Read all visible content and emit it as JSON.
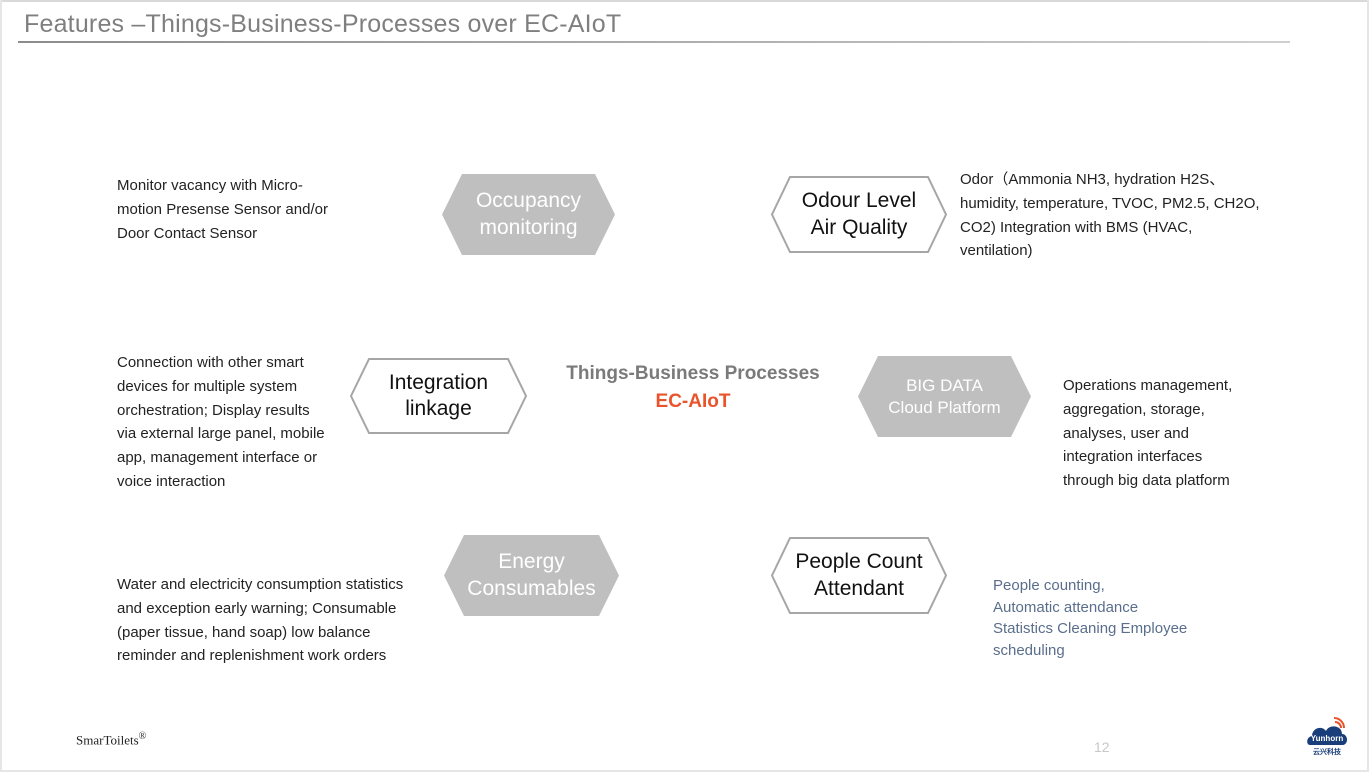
{
  "title": "Features –Things-Business-Processes over EC-AIoT",
  "center": {
    "title": "Things-Business Processes",
    "subtitle": "EC-AIoT"
  },
  "features": {
    "occupancy": {
      "label_line1": "Occupancy",
      "label_line2": "monitoring",
      "desc": [
        "Monitor vacancy with  Micro-",
        "motion Presense Sensor and/or",
        "Door Contact Sensor"
      ]
    },
    "odour": {
      "label_line1": "Odour Level",
      "label_line2": "Air Quality",
      "desc": [
        "Odor（Ammonia NH3, hydration H2S、",
        "humidity, temperature, TVOC, PM2.5, CH2O,",
        "CO2) Integration with BMS (HVAC,",
        "ventilation)"
      ]
    },
    "integration": {
      "label_line1": "Integration",
      "label_line2": "linkage",
      "desc": [
        "Connection with other smart",
        "devices for multiple system",
        "orchestration; Display results",
        "via external large panel, mobile",
        "app, management interface or",
        "voice interaction"
      ]
    },
    "bigdata": {
      "label_line1": "BIG DATA",
      "label_line2": "Cloud Platform",
      "desc": [
        "Operations management,",
        "aggregation, storage,",
        "analyses, user and",
        "integration interfaces",
        "through big data platform"
      ]
    },
    "energy": {
      "label_line1": "Energy",
      "label_line2": "Consumables",
      "desc": [
        "Water and electricity consumption statistics",
        "and exception early warning; Consumable",
        "(paper tissue, hand soap) low balance",
        "reminder and replenishment work orders"
      ]
    },
    "people": {
      "label_line1": "People Count",
      "label_line2": "Attendant",
      "desc": [
        "People counting,",
        "Automatic attendance",
        "Statistics Cleaning Employee",
        "scheduling"
      ]
    }
  },
  "footer": {
    "brand": "SmarToilets",
    "brand_mark": "®",
    "page_number": "12",
    "logo_text": "Yunhorn",
    "logo_cn": "云兴科技"
  },
  "colors": {
    "hex_fill": "#bfbfbf",
    "hex_outline": "#a6a6a6",
    "accent": "#e8542b",
    "desc_blue": "#5a6e8c"
  }
}
